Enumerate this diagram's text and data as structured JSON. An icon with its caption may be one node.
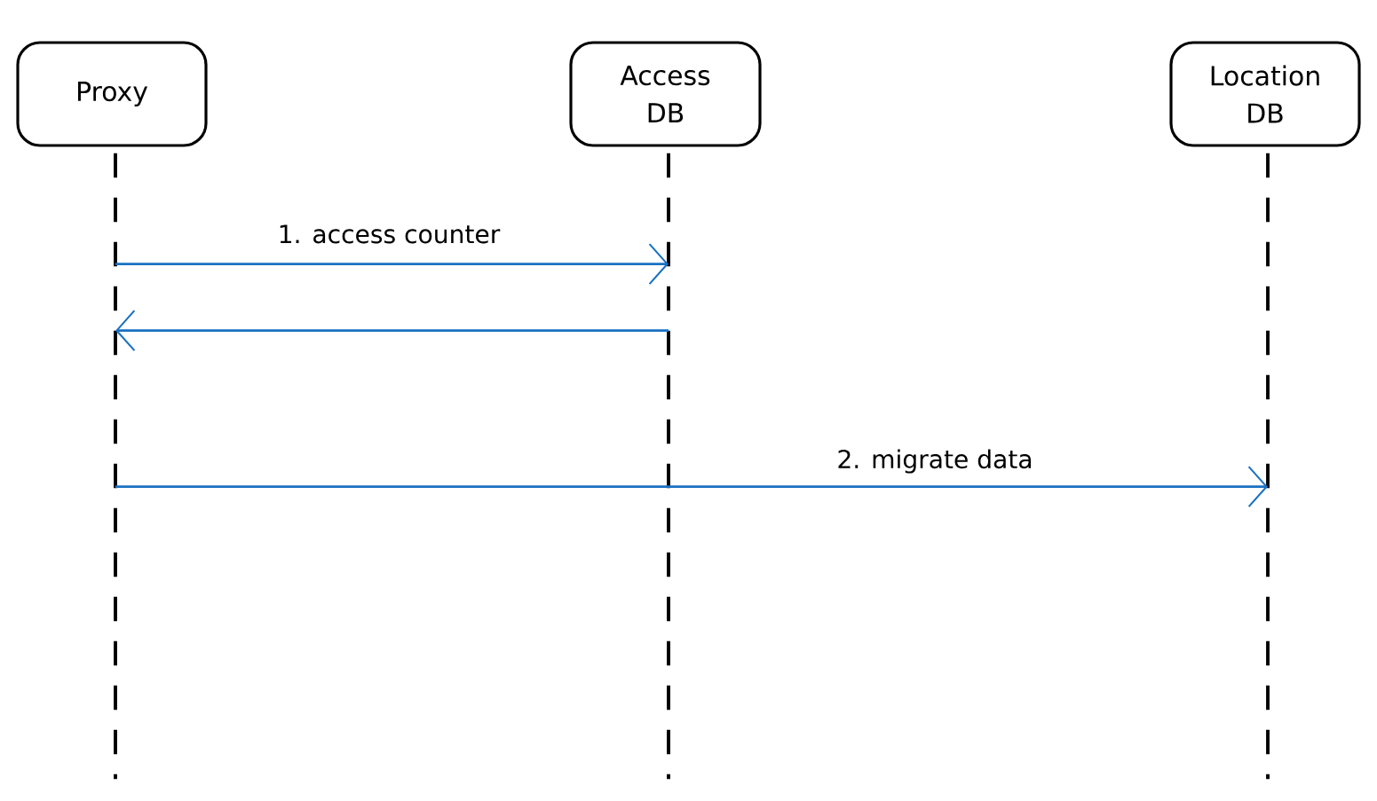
{
  "diagram": {
    "nodes": [
      {
        "text": [
          "Proxy"
        ]
      },
      {
        "text": [
          "Access DB"
        ]
      },
      {
        "text": [
          "Location DB"
        ]
      },
      {
        "text": [],
        "shape": "line"
      },
      {
        "text": [],
        "shape": "line"
      },
      {
        "text": [],
        "shape": "line"
      }
    ],
    "edges": [
      {
        "from": 3,
        "to": 4,
        "arrow": "to",
        "label": "1. access counter",
        "color": "#1971c2"
      },
      {
        "from": 4,
        "to": 3,
        "arrow": "to",
        "color": "#1971c2"
      },
      {
        "from": 3,
        "to": 5,
        "arrow": "to",
        "label": "2. migrate data",
        "color": "#1971c2"
      }
    ]
  }
}
